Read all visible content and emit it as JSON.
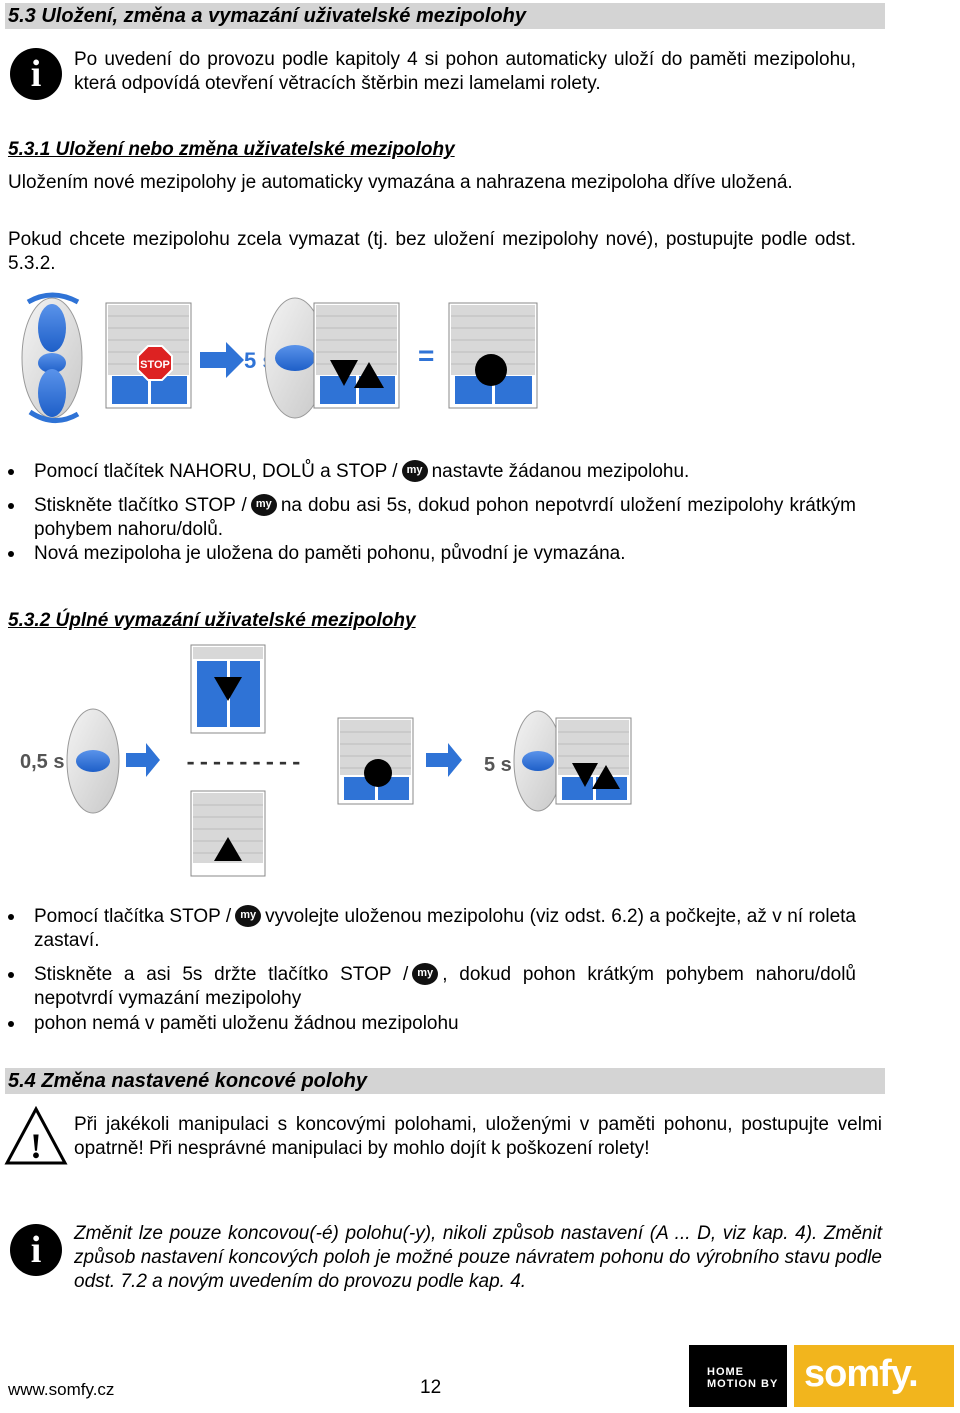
{
  "sec53": {
    "title": "5.3 Uložení, změna a vymazání uživatelské mezipolohy",
    "info_text": "Po uvedení do provozu podle kapitoly 4 si pohon automaticky uloží do paměti mezipolohu, která odpovídá otevření větracích štěrbin mezi lamelami rolety."
  },
  "sec531": {
    "title": "5.3.1 Uložení nebo změna uživatelské mezipolohy",
    "para1": "Uložením nové mezipolohy je automaticky vymazána a nahrazena mezipoloha dříve uložená.",
    "para2": "Pokud chcete mezipolohu zcela vymazat (tj. bez uložení mezipolohy nové), postupujte podle odst. 5.3.2.",
    "fig": {
      "stop_label": "STOP",
      "delay": "5 s",
      "equals": "="
    },
    "bullets": [
      {
        "before": "Pomocí tlačítek NAHORU, DOLŮ a STOP /",
        "after": "nastavte žádanou mezipolohu."
      },
      {
        "before": "Stiskněte tlačítko STOP /",
        "after": "na dobu asi 5s, dokud pohon nepotvrdí uložení mezipolohy krátkým pohybem nahoru/dolů."
      },
      {
        "before": "Nová mezipoloha je uložena do paměti pohonu, původní je vymazána.",
        "after": ""
      }
    ]
  },
  "sec532": {
    "title": "5.3.2 Úplné vymazání uživatelské mezipolohy",
    "fig": {
      "delay1": "0,5 s",
      "dashes": "---------",
      "delay2": "5 s"
    },
    "bullets": [
      {
        "before": "Pomocí tlačítka STOP /",
        "after": "vyvolejte uloženou mezipolohu (viz odst. 6.2) a počkejte, až v ní roleta zastaví."
      },
      {
        "before": "Stiskněte a asi 5s držte tlačítko STOP /",
        "after": ", dokud pohon krátkým pohybem nahoru/dolů nepotvrdí vymazání mezipolohy"
      },
      {
        "before": "pohon nemá v paměti uloženu žádnou mezipolohu",
        "after": ""
      }
    ]
  },
  "sec54": {
    "title": "5.4 Změna nastavené koncové polohy",
    "warning_text": "Při jakékoli manipulaci s koncovými polohami, uloženými v paměti pohonu, postupujte velmi opatrně! Při nesprávné manipulaci by mohlo dojít k poškození rolety!",
    "info_text": "Změnit lze pouze koncovou(-é) polohu(-y), nikoli způsob nastavení (A ... D, viz kap. 4). Změnit způsob nastavení koncových poloh je možné pouze návratem pohonu do výrobního stavu podle odst. 7.2 a novým uvedením do provozu podle kap. 4."
  },
  "icons": {
    "info": "i",
    "warning": "!",
    "my": "my"
  },
  "footer": {
    "url": "www.somfy.cz",
    "page": "12",
    "badge_line1": "HOME",
    "badge_line2": "MOTION BY",
    "brand": "somfy."
  },
  "colors": {
    "bar": "#d4d4d4",
    "blue": "#2f73d6",
    "yellow": "#f2b51d",
    "gray": "#cfcfcf"
  }
}
